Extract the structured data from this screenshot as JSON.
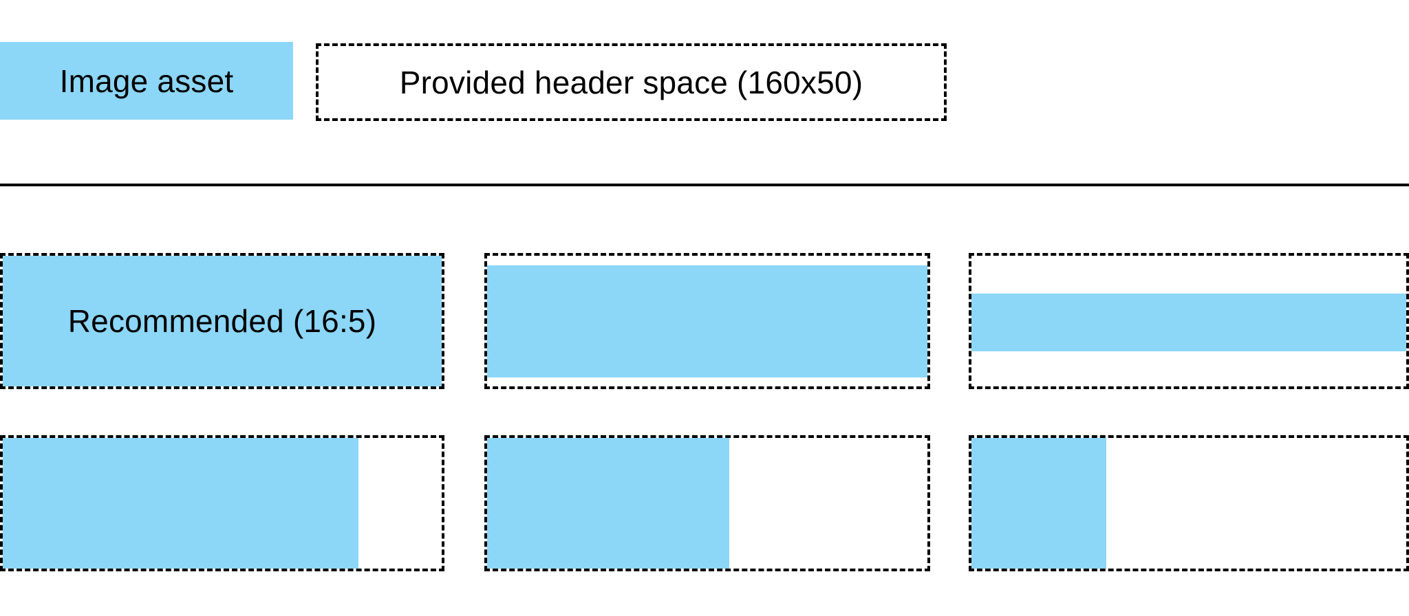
{
  "legend": {
    "image_asset_label": "Image asset",
    "header_space_label": "Provided header space (160x50)"
  },
  "colors": {
    "asset_blue": "#8CD6F7",
    "border_black": "#000000",
    "background": "#FFFFFF"
  },
  "figures": [
    {
      "label": "Recommended (16:5)",
      "fill_style": "left:0;top:0;width:100%;height:100%"
    },
    {
      "fill_style": "left:0;top:7.5%;width:100%;height:85.5%"
    },
    {
      "fill_style": "left:0;top:29%;width:100%;height:44%"
    },
    {
      "fill_style": "left:0;top:0;width:81%;height:100%"
    },
    {
      "fill_style": "left:0;top:0;width:55%;height:100%"
    },
    {
      "fill_style": "left:0;top:0;width:31%;height:100%"
    }
  ]
}
